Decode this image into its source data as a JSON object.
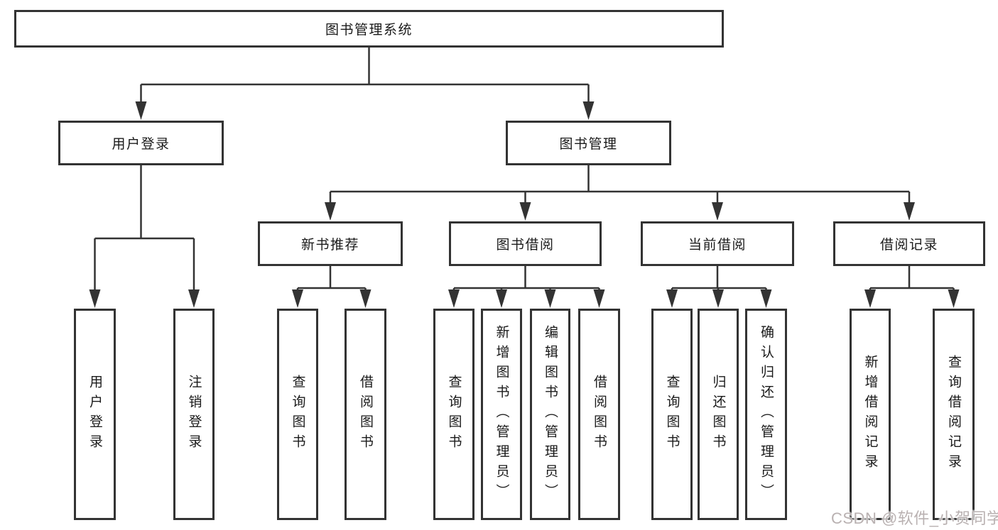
{
  "tree": {
    "label": "图书管理系统",
    "children": [
      {
        "label": "用户登录",
        "children": [
          {
            "label": "用户登录"
          },
          {
            "label": "注销登录"
          }
        ]
      },
      {
        "label": "图书管理",
        "children": [
          {
            "label": "新书推荐",
            "children": [
              {
                "label": "查询图书"
              },
              {
                "label": "借阅图书"
              }
            ]
          },
          {
            "label": "图书借阅",
            "children": [
              {
                "label": "查询图书"
              },
              {
                "label": "新增图书（管理员）"
              },
              {
                "label": "编辑图书（管理员）"
              },
              {
                "label": "借阅图书"
              }
            ]
          },
          {
            "label": "当前借阅",
            "children": [
              {
                "label": "查询图书"
              },
              {
                "label": "归还图书"
              },
              {
                "label": "确认归还（管理员）"
              }
            ]
          },
          {
            "label": "借阅记录",
            "children": [
              {
                "label": "新增借阅记录"
              },
              {
                "label": "查询借阅记录"
              }
            ]
          }
        ]
      }
    ]
  },
  "watermark": "CSDN @软件_小贺同学",
  "colors": {
    "line": "#333333",
    "text": "#1a1a1a",
    "watermark": "#b9b1b1",
    "background": "#ffffff"
  }
}
